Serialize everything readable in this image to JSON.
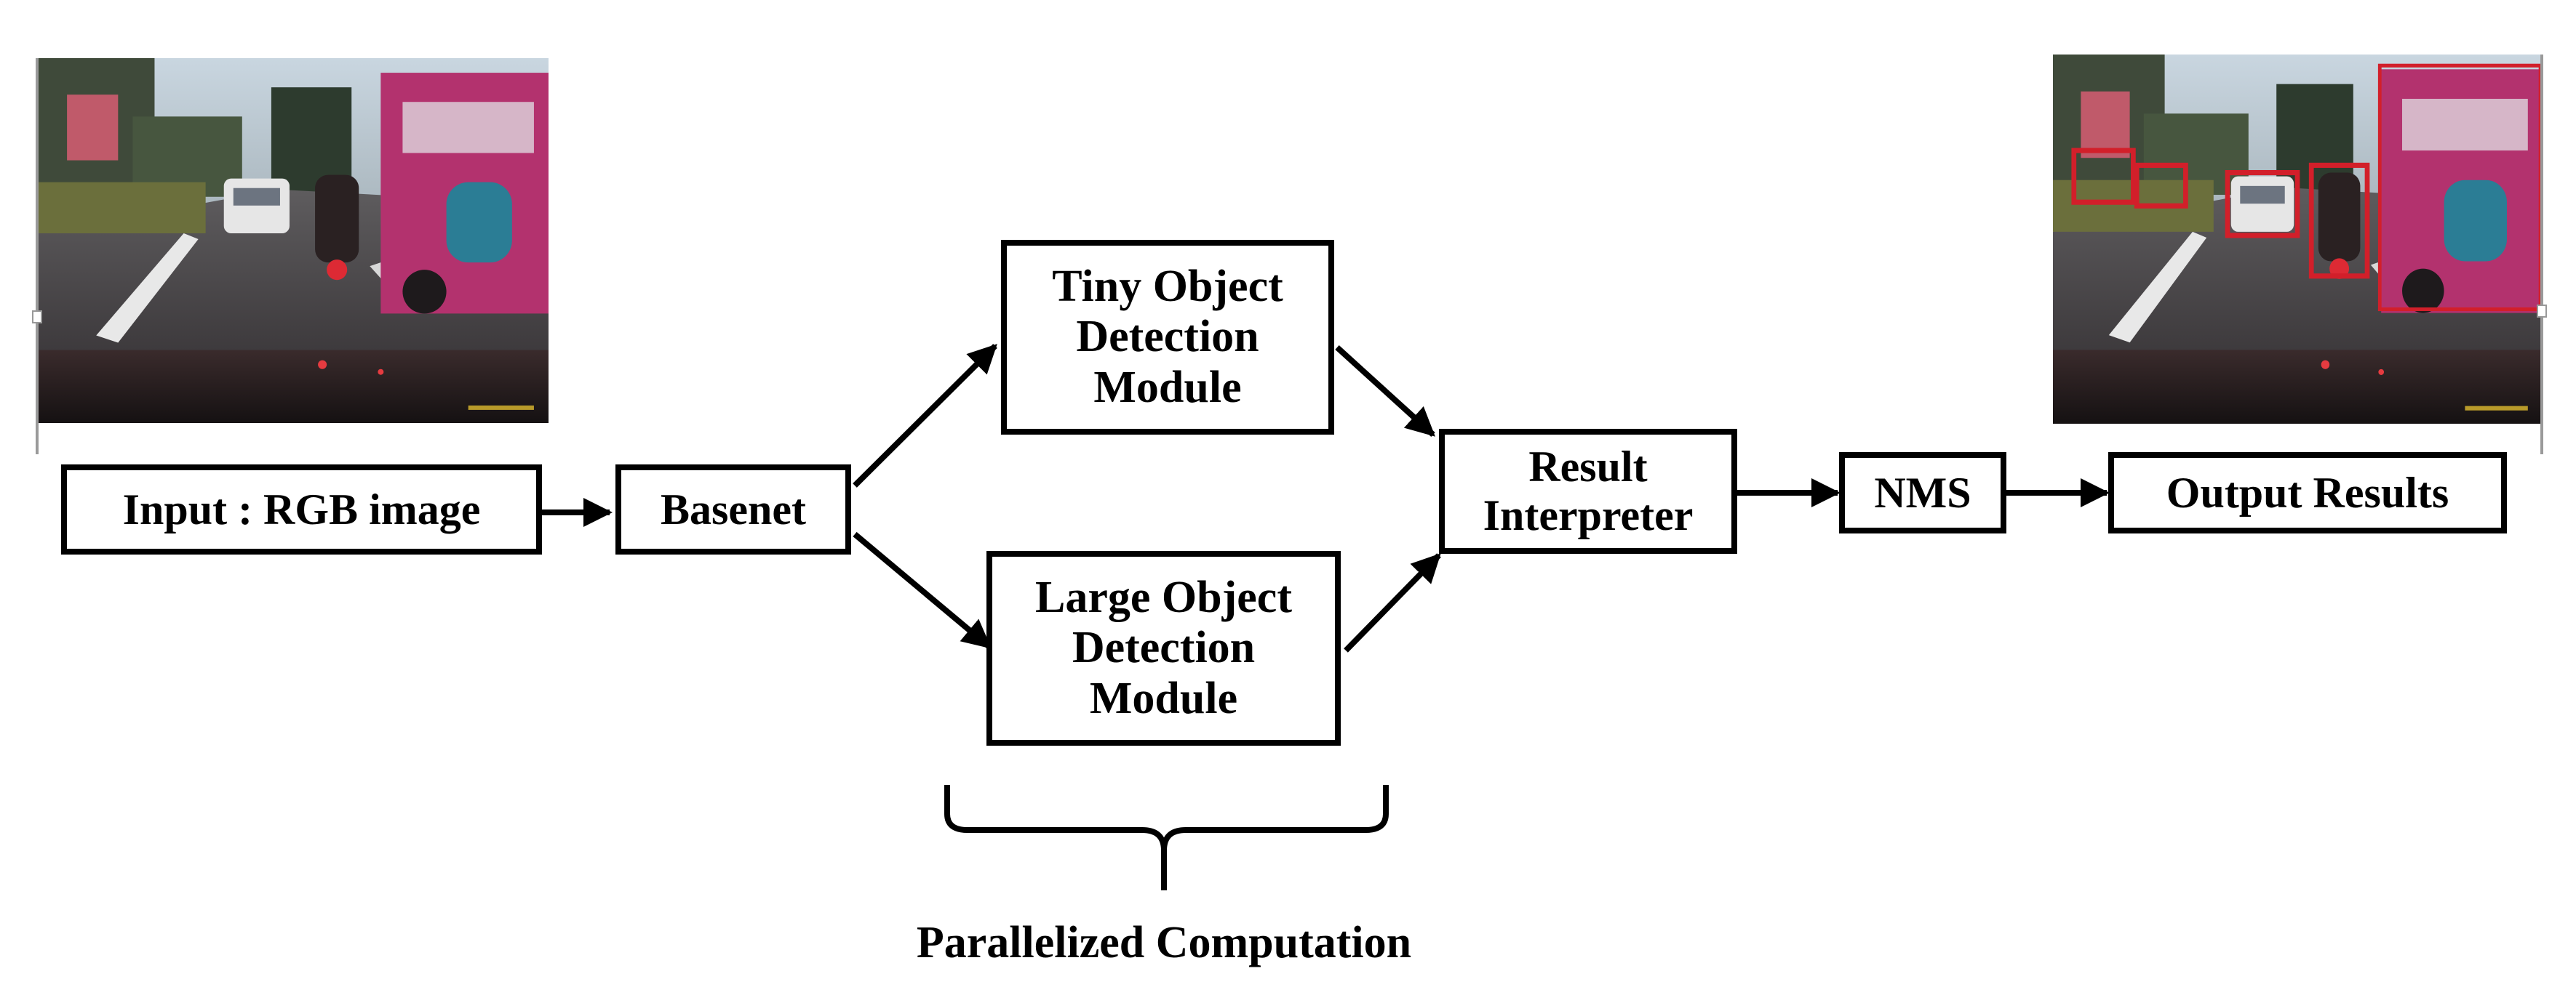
{
  "nodes": {
    "input": "Input : RGB image",
    "basenet": "Basenet",
    "tiny": [
      "Tiny Object",
      "Detection",
      "Module"
    ],
    "large": [
      "Large Object",
      "Detection",
      "Module"
    ],
    "interpreter": [
      "Result",
      "Interpreter"
    ],
    "nms": "NMS",
    "output": "Output Results"
  },
  "brace_label": "Parallelized Computation",
  "images": {
    "input": "dashcam-street-scene",
    "output": "dashcam-street-scene-with-red-detection-boxes"
  },
  "colors": {
    "line": "#000000",
    "detection_box": "#d21f2a",
    "bus": "#b3326e"
  }
}
